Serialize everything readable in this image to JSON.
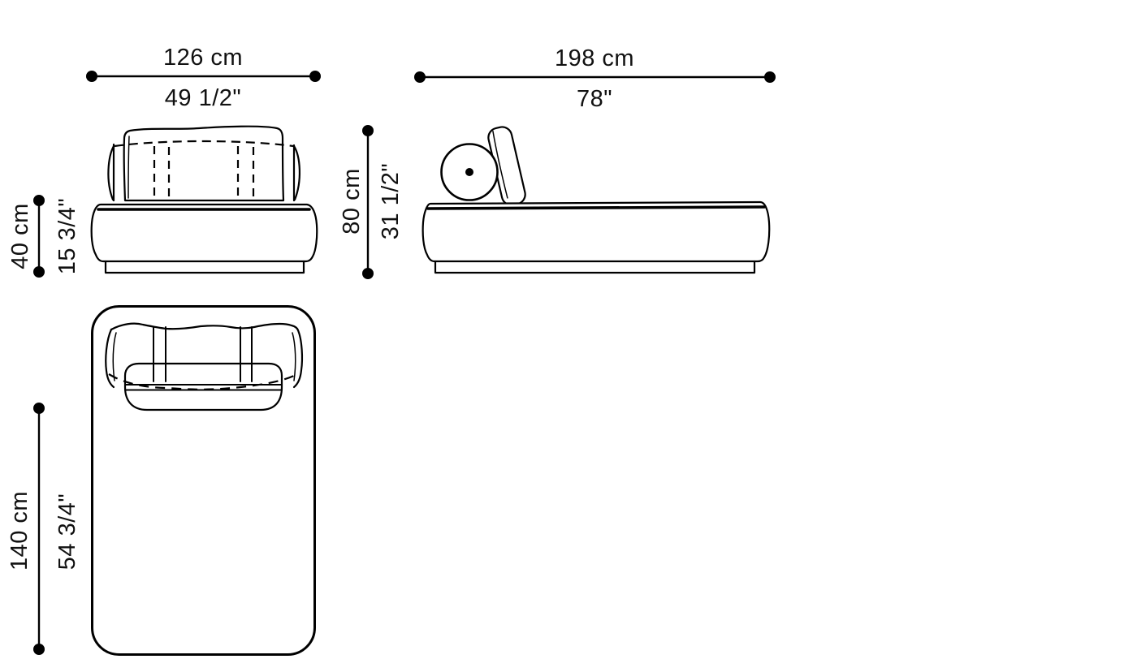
{
  "colors": {
    "background": "#ffffff",
    "line": "#000000",
    "text": "#111111"
  },
  "dimensions": {
    "front_width": {
      "cm": "126 cm",
      "inch": "49 1/2\""
    },
    "side_length": {
      "cm": "198 cm",
      "inch": "78\""
    },
    "seat_height": {
      "cm": "40 cm",
      "inch": "15 3/4\""
    },
    "overall_height": {
      "cm": "80 cm",
      "inch": "31 1/2\""
    },
    "plan_depth": {
      "cm": "140 cm",
      "inch": "54 3/4\""
    }
  }
}
